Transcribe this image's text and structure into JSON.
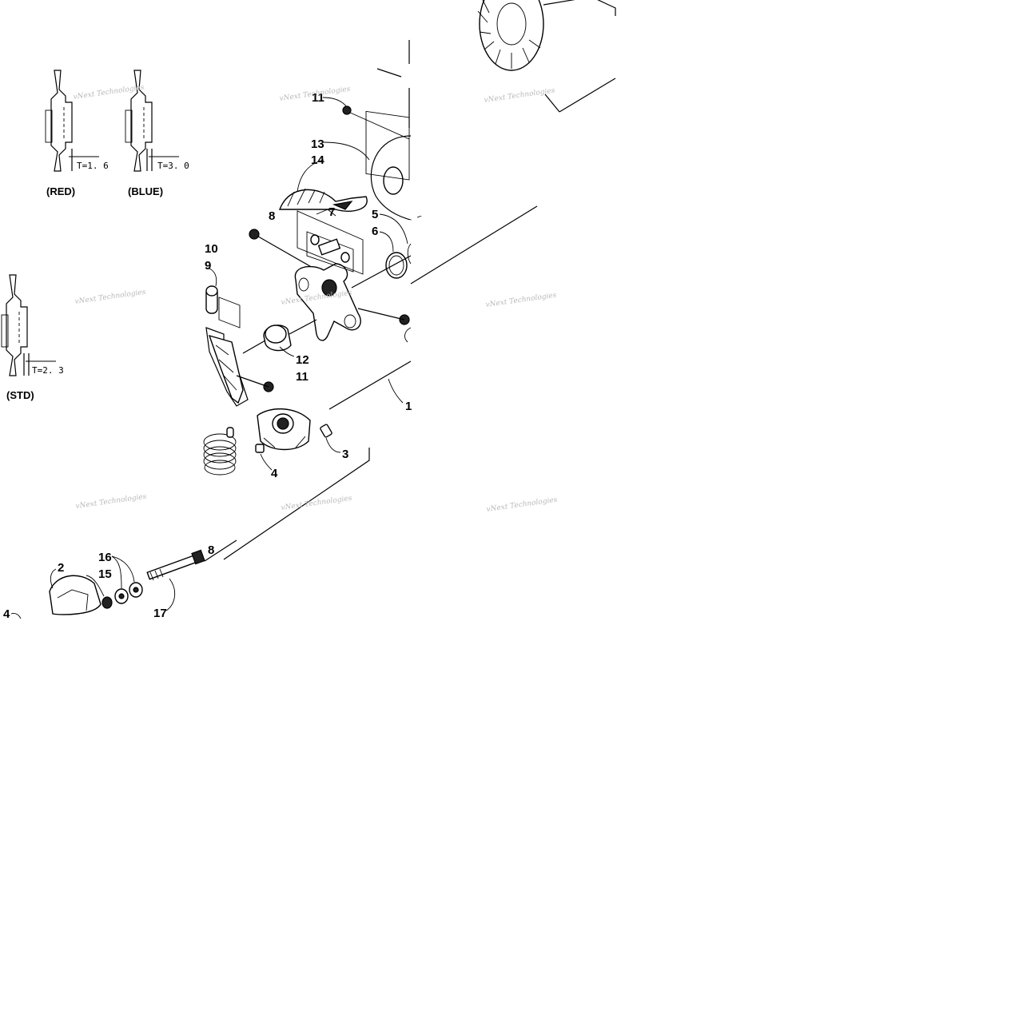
{
  "callouts": [
    {
      "id": "c11a",
      "label": "11"
    },
    {
      "id": "c13",
      "label": "13"
    },
    {
      "id": "c14",
      "label": "14"
    },
    {
      "id": "c8a",
      "label": "8"
    },
    {
      "id": "c7",
      "label": "7"
    },
    {
      "id": "c5",
      "label": "5"
    },
    {
      "id": "c6",
      "label": "6"
    },
    {
      "id": "c10",
      "label": "10"
    },
    {
      "id": "c9",
      "label": "9"
    },
    {
      "id": "c12",
      "label": "12"
    },
    {
      "id": "c11b",
      "label": "11"
    },
    {
      "id": "c1",
      "label": "1"
    },
    {
      "id": "c3",
      "label": "3"
    },
    {
      "id": "c4a",
      "label": "4"
    },
    {
      "id": "c16",
      "label": "16"
    },
    {
      "id": "c8b",
      "label": "8"
    },
    {
      "id": "c2",
      "label": "2"
    },
    {
      "id": "c15",
      "label": "15"
    },
    {
      "id": "c17",
      "label": "17"
    },
    {
      "id": "c4b",
      "label": "4"
    }
  ],
  "variants": [
    {
      "name": "(RED)",
      "thickness": "T=1. 6"
    },
    {
      "name": "(BLUE)",
      "thickness": "T=3. 0"
    },
    {
      "name": "(STD)",
      "thickness": "T=2. 3"
    }
  ],
  "watermark": {
    "line1": "vNext Technologies"
  }
}
